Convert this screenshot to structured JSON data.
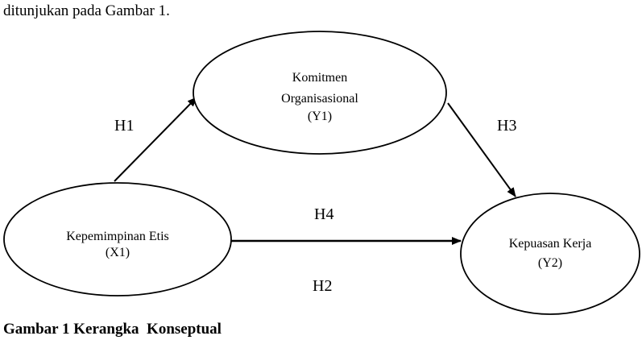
{
  "intro_text": "ditunjukan pada Gambar 1.",
  "nodes": {
    "x1": {
      "line1": "Kepemimpinan Etis",
      "line2": "(X1)"
    },
    "y1": {
      "line1": "Komitmen",
      "line2": "Organisasional",
      "line3": "(Y1)"
    },
    "y2": {
      "line1": "Kepuasan Kerja",
      "line2": "(Y2)"
    }
  },
  "edges": {
    "h1": "H1",
    "h2": "H2",
    "h3": "H3",
    "h4": "H4"
  },
  "caption": "Gambar 1 Kerangka  Konseptual"
}
